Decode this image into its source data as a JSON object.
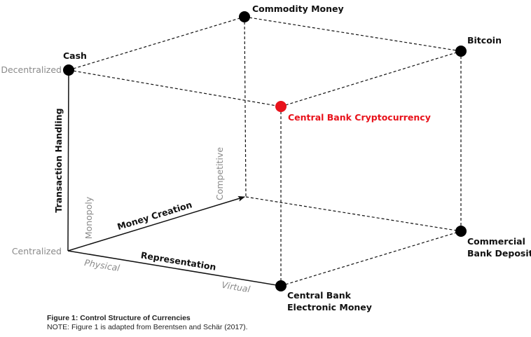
{
  "diagram": {
    "title": "Control Structure of Currencies",
    "axes": {
      "transaction_handling": {
        "label": "Transaction Handling",
        "low": "Centralized",
        "high": "Decentralized"
      },
      "money_creation": {
        "label": "Money Creation",
        "low": "Monopoly",
        "high": "Competitive"
      },
      "representation": {
        "label": "Representation",
        "low": "Physical",
        "high": "Virtual"
      }
    },
    "nodes": [
      {
        "id": "cash",
        "label_lines": [
          "Cash"
        ],
        "color": "#000000",
        "highlight": false
      },
      {
        "id": "commodity_money",
        "label_lines": [
          "Commodity Money"
        ],
        "color": "#000000",
        "highlight": false
      },
      {
        "id": "bitcoin",
        "label_lines": [
          "Bitcoin"
        ],
        "color": "#000000",
        "highlight": false
      },
      {
        "id": "central_bank_cryptocurrency",
        "label_lines": [
          "Central Bank Cryptocurrency"
        ],
        "color": "#e8121b",
        "highlight": true
      },
      {
        "id": "commercial_bank_deposits",
        "label_lines": [
          "Commercial",
          "Bank Deposits"
        ],
        "color": "#000000",
        "highlight": false
      },
      {
        "id": "central_bank_electronic_money",
        "label_lines": [
          "Central Bank",
          "Electronic Money"
        ],
        "color": "#000000",
        "highlight": false
      }
    ],
    "colors": {
      "highlight": "#e8121b",
      "pole_text": "#8a8a8a",
      "line": "#111111"
    }
  },
  "caption": {
    "title": "Figure 1: Control Structure of Currencies",
    "note": "NOTE: Figure 1 is adapted from Berentsen and Schär (2017)."
  }
}
